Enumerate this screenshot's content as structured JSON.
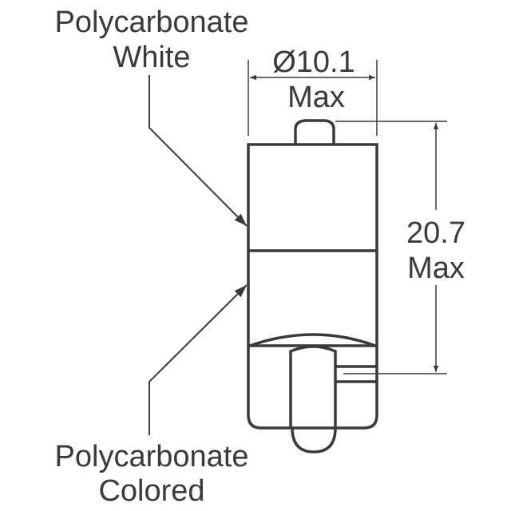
{
  "labels": {
    "top_line1": "Polycarbonate",
    "top_line2": "White",
    "bottom_line1": "Polycarbonate",
    "bottom_line2": "Colored"
  },
  "dimensions": {
    "diameter_value": "Ø10.1",
    "diameter_note": "Max",
    "height_value": "20.7",
    "height_note": "Max"
  },
  "colors": {
    "stroke": "#3a3a3c",
    "background": "#ffffff"
  }
}
